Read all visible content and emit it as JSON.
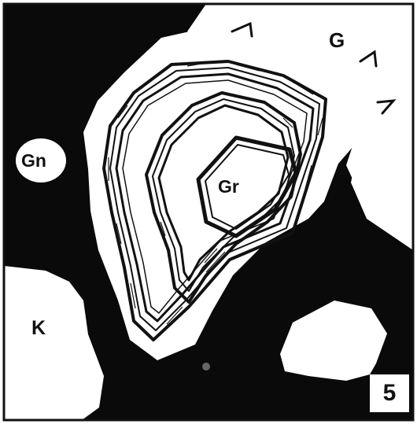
{
  "figure": {
    "panel_number": "5",
    "labels": {
      "g": "G",
      "gn": "Gn",
      "gr": "Gr",
      "k": "K"
    },
    "colors": {
      "background": "#0a0a0a",
      "grain": "#ffffff",
      "ink": "#111111"
    }
  }
}
